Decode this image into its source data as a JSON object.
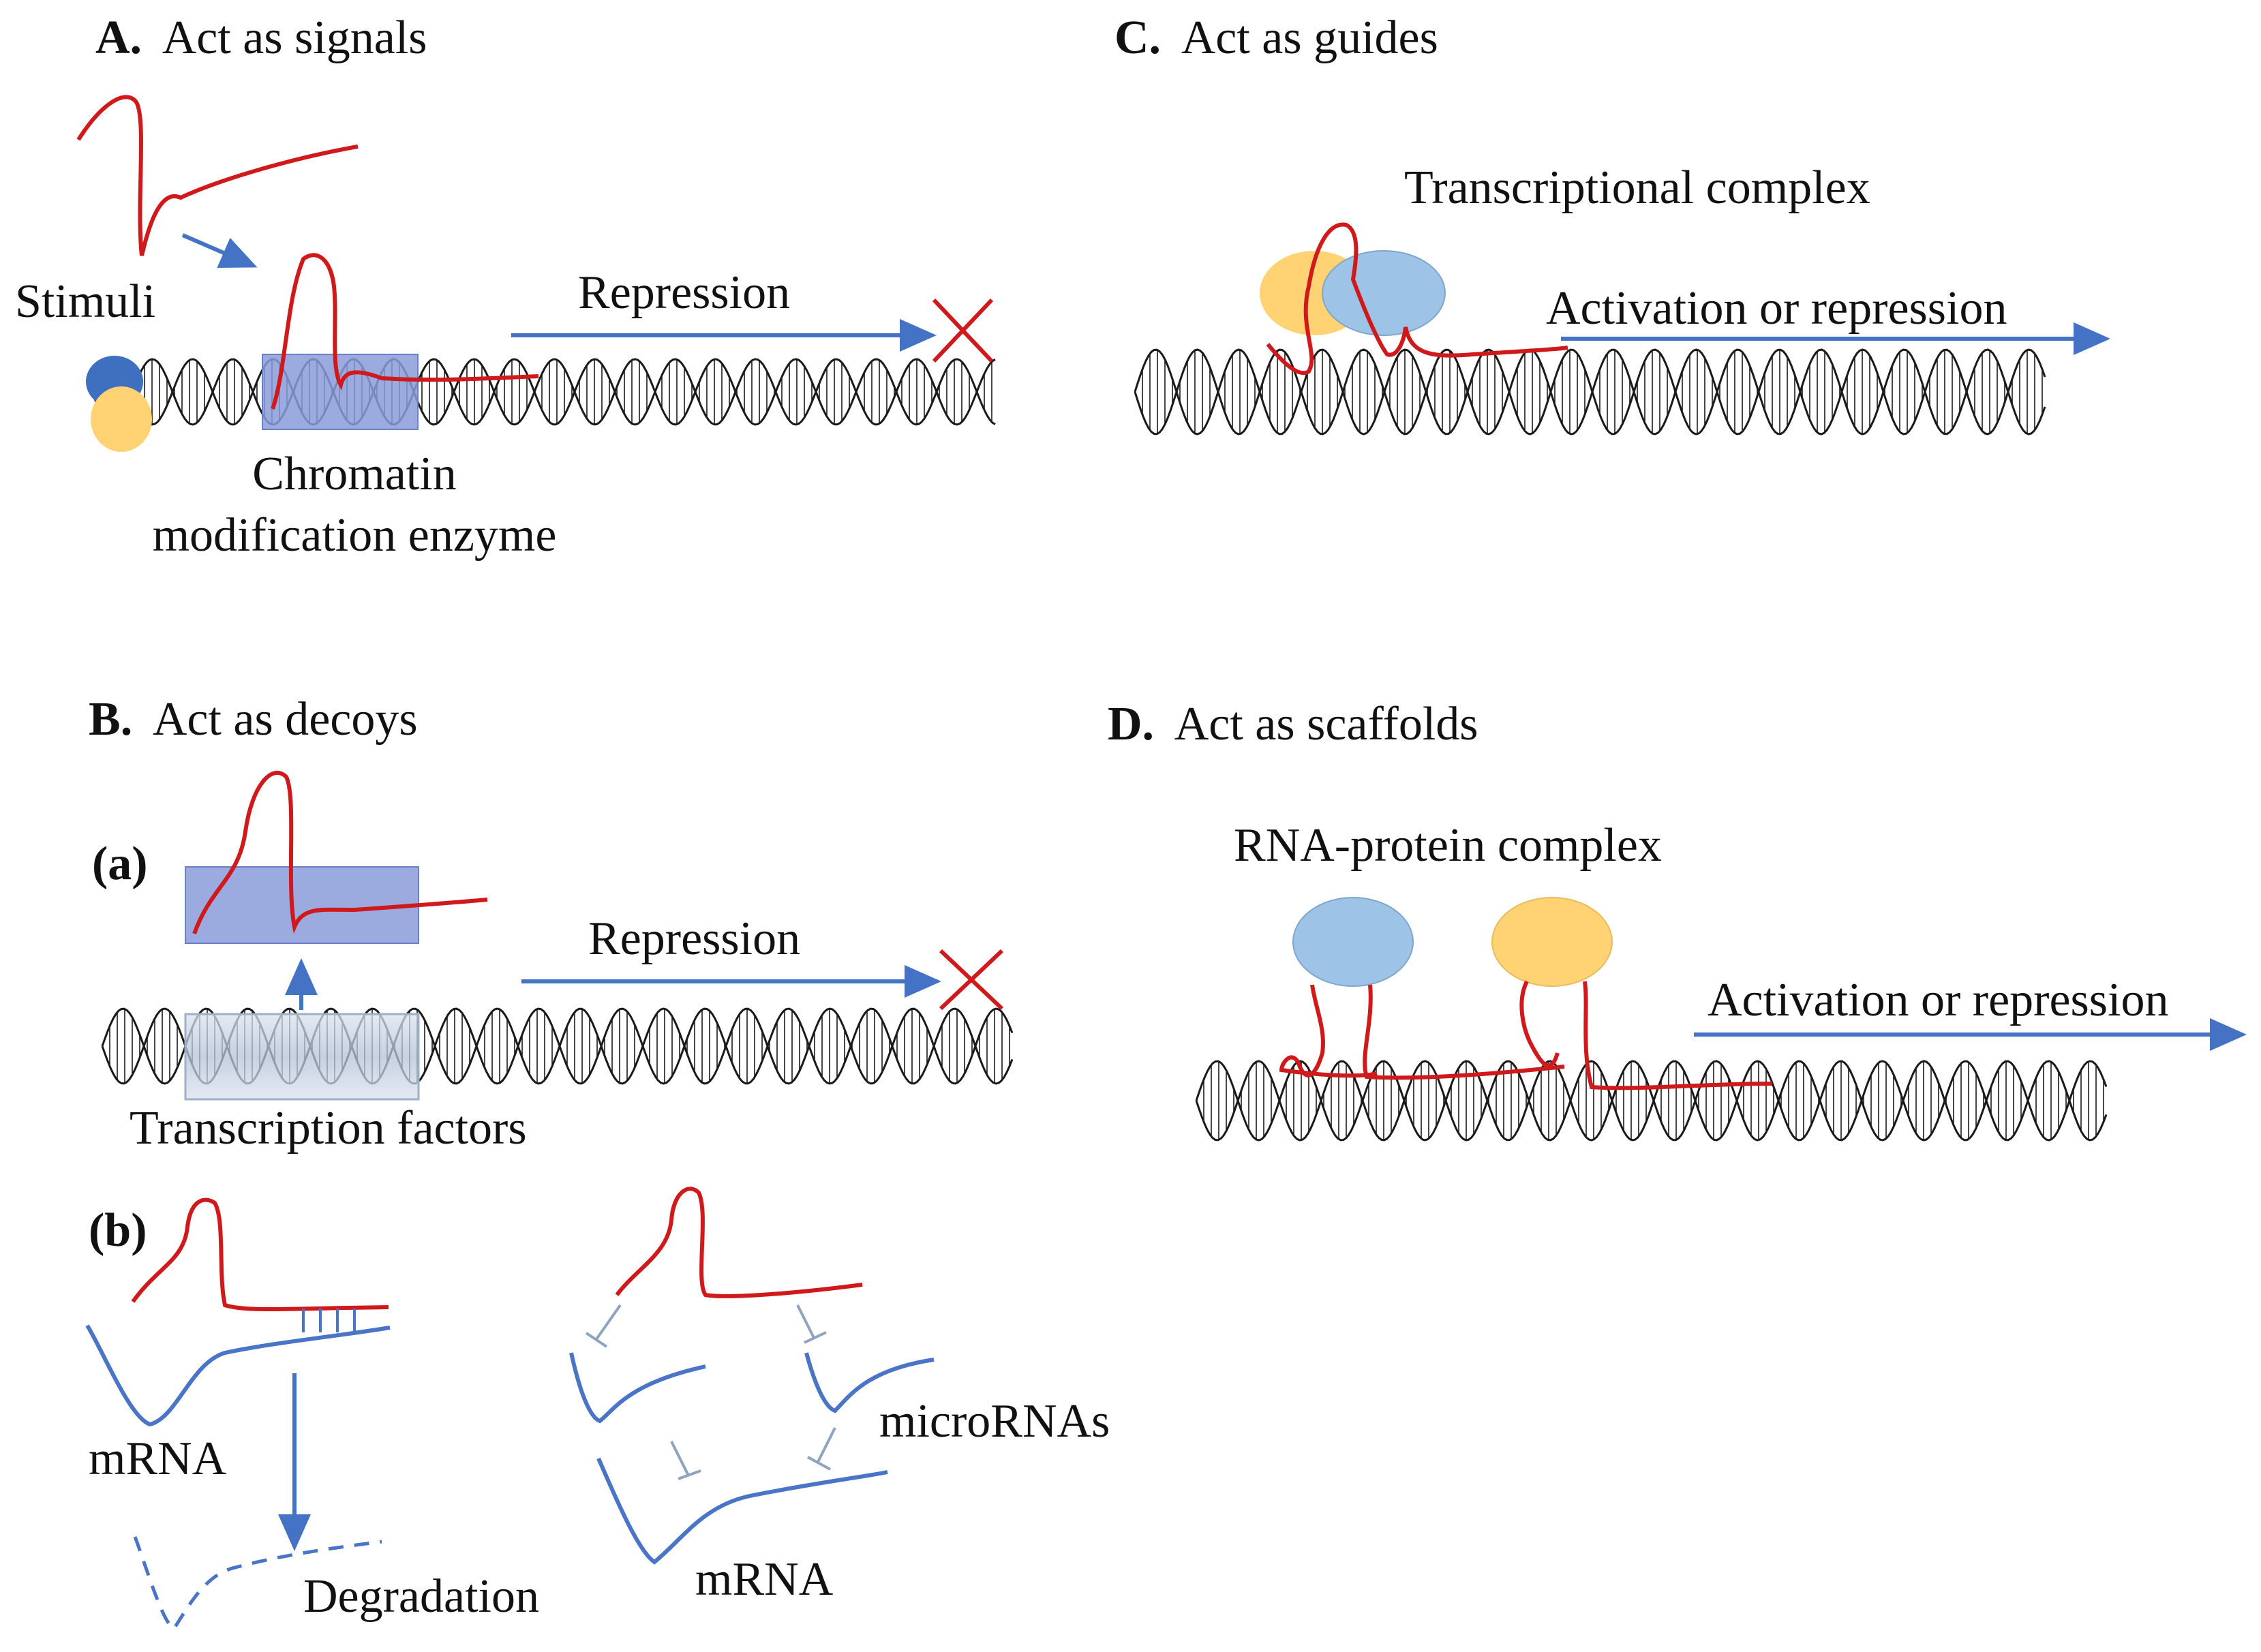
{
  "colors": {
    "rna": "#d0191b",
    "arrow": "#4472c4",
    "mrna": "#4a74c6",
    "dna": "#1a1a1a",
    "enzyme_box": "#8a9bd9",
    "blue_protein": "#9dc3e6",
    "yellow_protein": "#ffd373",
    "dark_blue_protein": "#3f6fbf",
    "inhibitor": "#8fa3bf"
  },
  "panels": {
    "a": {
      "letter": "A.",
      "title": "Act as signals",
      "stimuli": "Stimuli",
      "repression": "Repression",
      "enzyme_line1": "Chromatin",
      "enzyme_line2": "modification enzyme"
    },
    "b": {
      "letter": "B.",
      "title": "Act as decoys",
      "sub_a": "(a)",
      "sub_b": "(b)",
      "repression": "Repression",
      "tf": "Transcription factors",
      "mrna_left": "mRNA",
      "degradation": "Degradation",
      "micrornas": "microRNAs",
      "mrna_right": "mRNA"
    },
    "c": {
      "letter": "C.",
      "title": "Act as guides",
      "complex": "Transcriptional complex",
      "activation": "Activation or repression"
    },
    "d": {
      "letter": "D.",
      "title": "Act as scaffolds",
      "complex": "RNA-protein complex",
      "activation": "Activation or repression"
    }
  }
}
